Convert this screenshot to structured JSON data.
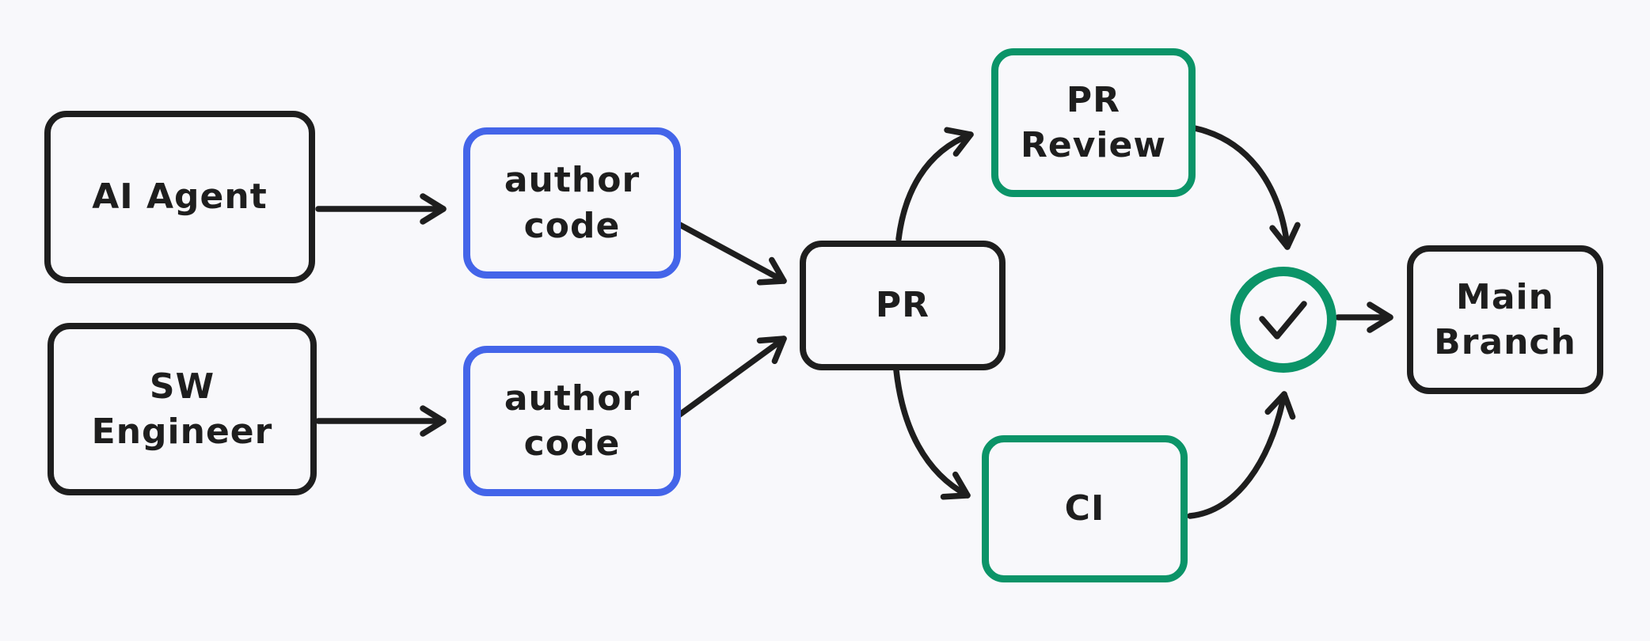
{
  "diagram": {
    "background_color": "#f8f8fb",
    "colors": {
      "ink": "#1e1e1e",
      "blue": "#4465e9",
      "green": "#0b9468"
    },
    "nodes": {
      "ai_agent": {
        "label": "AI Agent",
        "border_color": "#1e1e1e"
      },
      "sw_engineer": {
        "label": "SW\nEngineer",
        "border_color": "#1e1e1e"
      },
      "author_code_top": {
        "label": "author\ncode",
        "border_color": "#4465e9"
      },
      "author_code_bottom": {
        "label": "author\ncode",
        "border_color": "#4465e9"
      },
      "pr": {
        "label": "PR",
        "border_color": "#1e1e1e"
      },
      "pr_review": {
        "label": "PR\nReview",
        "border_color": "#0b9468"
      },
      "ci": {
        "label": "CI",
        "border_color": "#0b9468"
      },
      "check_circle": {
        "icon": "check",
        "border_color": "#0b9468"
      },
      "main_branch": {
        "label": "Main\nBranch",
        "border_color": "#1e1e1e"
      }
    },
    "edges": [
      {
        "from": "ai_agent",
        "to": "author_code_top"
      },
      {
        "from": "sw_engineer",
        "to": "author_code_bottom"
      },
      {
        "from": "author_code_top",
        "to": "pr"
      },
      {
        "from": "author_code_bottom",
        "to": "pr"
      },
      {
        "from": "pr",
        "to": "pr_review"
      },
      {
        "from": "pr",
        "to": "ci"
      },
      {
        "from": "pr_review",
        "to": "check_circle"
      },
      {
        "from": "ci",
        "to": "check_circle"
      },
      {
        "from": "check_circle",
        "to": "main_branch"
      }
    ]
  }
}
